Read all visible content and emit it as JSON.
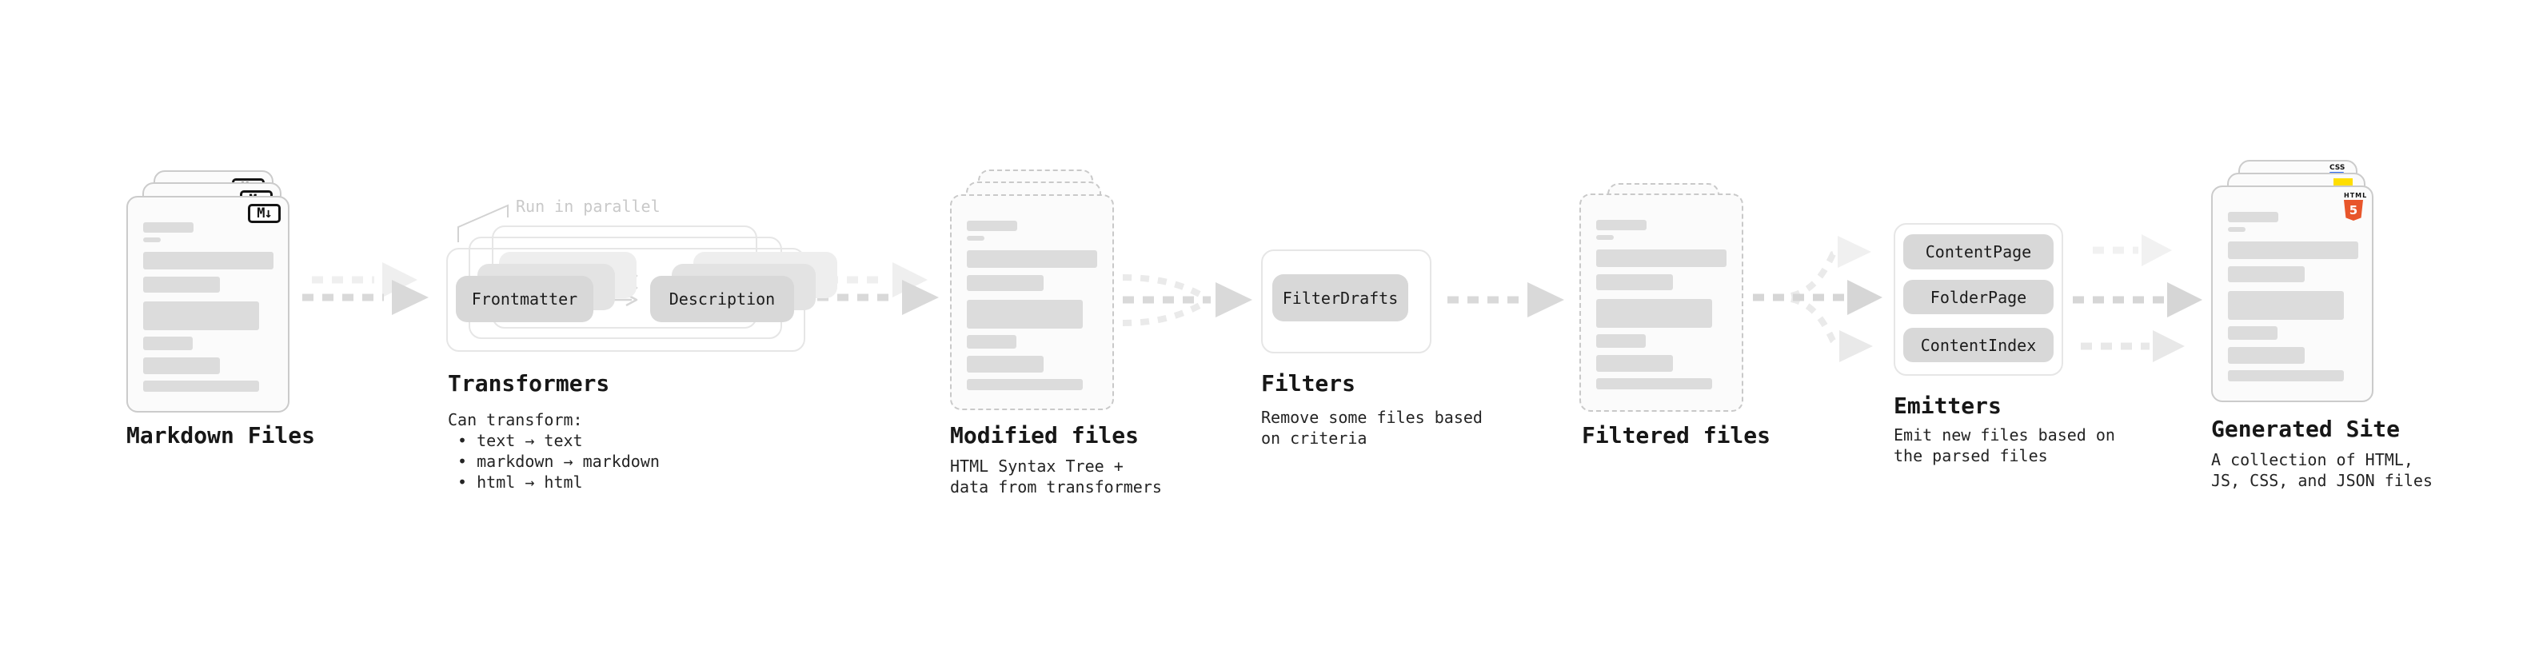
{
  "stages": {
    "markdown": {
      "label": "Markdown Files",
      "badge": "M↓"
    },
    "transformers": {
      "label": "Transformers",
      "annotation": "Run in parallel",
      "steps": [
        "Frontmatter",
        "Description"
      ],
      "description": "Can transform:\n • text → text\n • markdown → markdown\n • html → html"
    },
    "modified": {
      "label": "Modified files",
      "description": "HTML Syntax Tree +\ndata from transformers"
    },
    "filters": {
      "label": "Filters",
      "button": "FilterDrafts",
      "description": "Remove some files based\non criteria"
    },
    "filtered": {
      "label": "Filtered files"
    },
    "emitters": {
      "label": "Emitters",
      "buttons": [
        "ContentPage",
        "FolderPage",
        "ContentIndex"
      ],
      "description": "Emit new files based on\nthe parsed files"
    },
    "generated": {
      "label": "Generated Site",
      "description": "A collection of HTML,\nJS, CSS, and JSON files",
      "badges": {
        "css": "CSS",
        "html": "HTML",
        "html_number": "5"
      }
    }
  },
  "colors": {
    "html5_orange": "#E8562B",
    "js_yellow": "#FFDE00",
    "css_blue": "#2965F1",
    "arrow_gray": "#D9D9D9",
    "arrow_light_gray": "#EFEFEF",
    "skeleton_gray": "#DCDCDC",
    "node_button_gray": "#D8D8D8"
  }
}
